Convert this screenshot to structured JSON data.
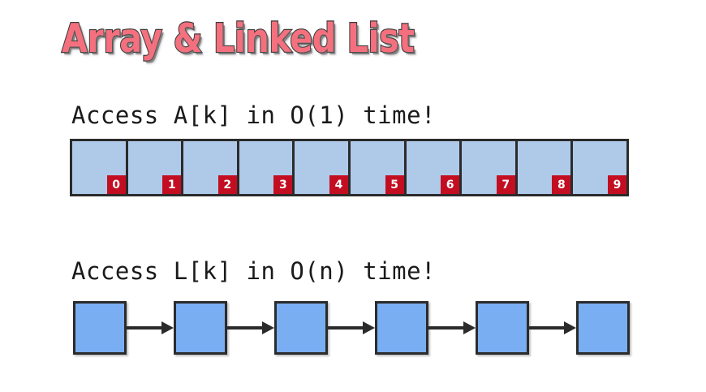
{
  "slide": {
    "title": "Array & Linked List",
    "title_color": "#F4707E",
    "title_outline_color": "#3a3a3a",
    "background_color": "#ffffff"
  },
  "array_section": {
    "caption": "Access A[k] in O(1) time!",
    "cell_color": "#AFCAE9",
    "border_color": "#2b2b2b",
    "badge_color": "#C30E22",
    "badge_text_color": "#ffffff",
    "indices": [
      "0",
      "1",
      "2",
      "3",
      "4",
      "5",
      "6",
      "7",
      "8",
      "9"
    ]
  },
  "list_section": {
    "caption": "Access L[k] in O(n) time!",
    "node_color": "#79AEF2",
    "border_color": "#2b2b2b",
    "arrow_color": "#2b2b2b",
    "node_count": 6,
    "arrow_count": 5
  }
}
